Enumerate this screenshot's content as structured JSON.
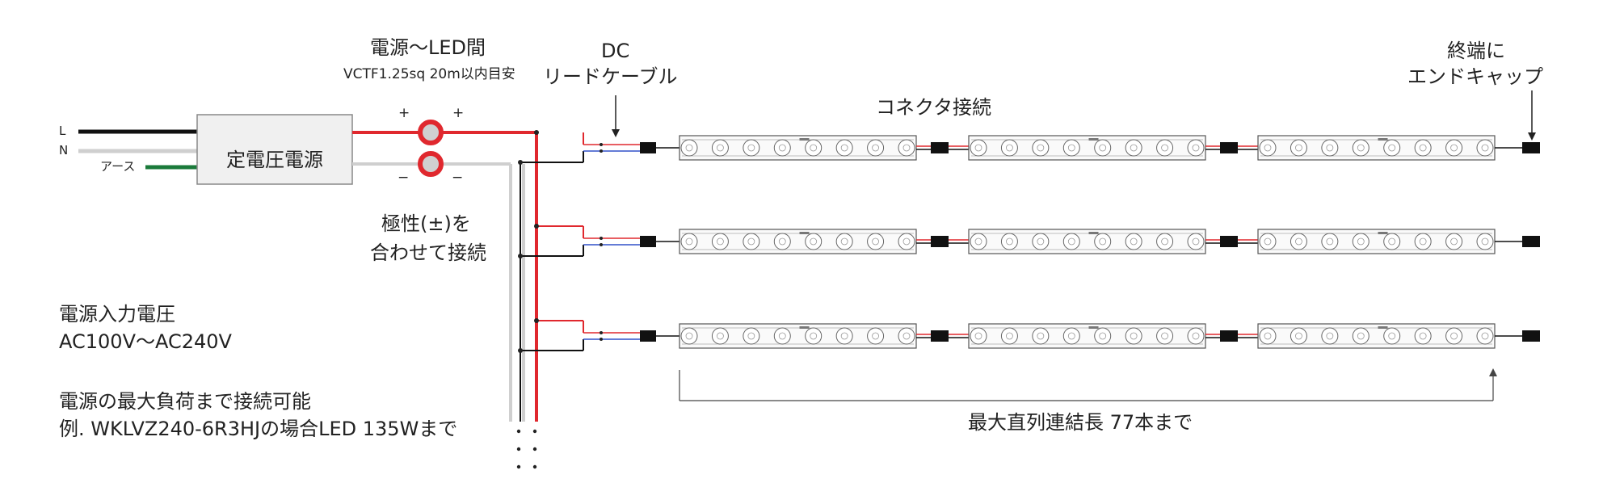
{
  "labels": {
    "psu": "定電圧電源",
    "wire_l": "L",
    "wire_n": "N",
    "wire_earth": "アース",
    "cable_title": "電源〜LED間",
    "cable_spec": "VCTF1.25sq 20m以内目安",
    "plus_left": "+",
    "plus_right": "+",
    "minus_left": "−",
    "minus_right": "−",
    "dc_lead_line1": "DC",
    "dc_lead_line2": "リードケーブル",
    "connector": "コネクタ接続",
    "end_cap_line1": "終端に",
    "end_cap_line2": "エンドキャップ",
    "polarity_line1": "極性(±)を",
    "polarity_line2": "合わせて接続",
    "input_voltage_line1": "電源入力電圧",
    "input_voltage_line2": "AC100V〜AC240V",
    "max_load_line1": "電源の最大負荷まで接続可能",
    "max_load_line2": "例. WKLVZ240-6R3HJの場合LED 135Wまで",
    "max_series": "最大直列連結長 77本まで"
  },
  "colors": {
    "positive_wire": "#e0282e",
    "negative_wire": "#111111",
    "line_wire": "#111111",
    "neutral_wire": "#cfcfcf",
    "earth_wire": "#1a7a3a",
    "dc_blue_wire": "#3050c8",
    "psu_fill": "#f0f0f0",
    "psu_border": "#888888",
    "module_border": "#555555"
  },
  "diagram": {
    "rows": 3,
    "modules_per_row": 3,
    "lenses_per_module": 8
  }
}
